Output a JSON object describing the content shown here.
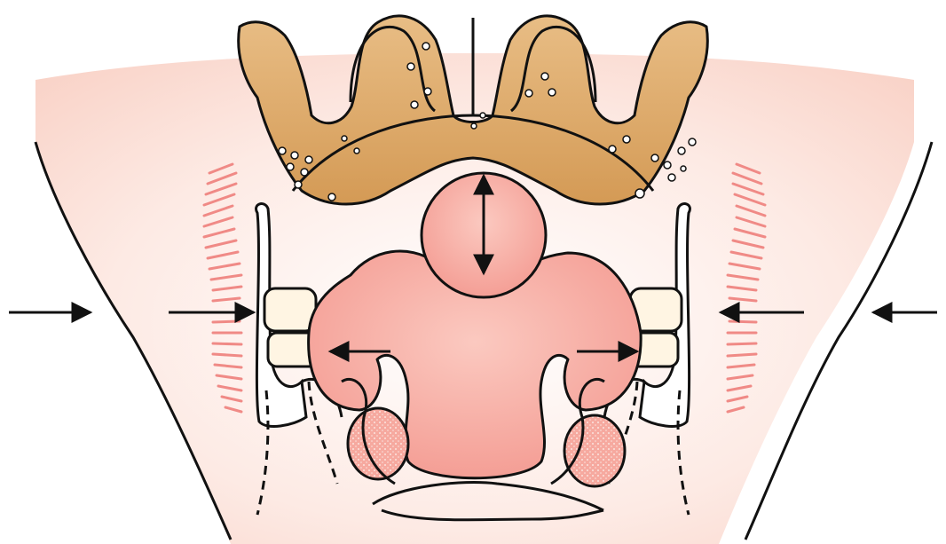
{
  "diagram": {
    "labels": [],
    "colors": {
      "skin": "#fde3dc",
      "skin_light": "#fff1ec",
      "bone": "#d9a86c",
      "bone_dark": "#c58e4c",
      "tissue": "#f7a7a0",
      "tissue_light": "#f9c0b8",
      "hatch": "#f08080",
      "cartilage": "#fff3dc",
      "outline": "#111111"
    },
    "arrows": {
      "external_left": "right",
      "external_right": "left",
      "inner_left": "right",
      "inner_right": "left",
      "center_left": "left",
      "center_right": "right",
      "vertical_center": "both"
    },
    "icons": [
      "arrow-icon",
      "double-arrow-icon"
    ]
  }
}
